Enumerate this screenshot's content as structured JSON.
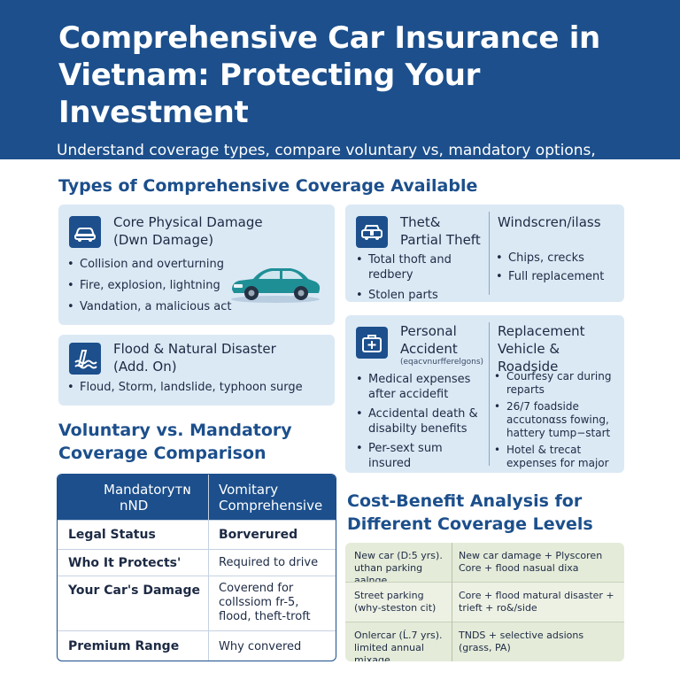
{
  "hero": {
    "title_line1": "Comprehensive Car Insurance in",
    "title_line2": "Vietnam: Protecting Your Investment",
    "subtitle_line1": "Understand coverage types, compare voluntary vs, mandatory options, evaluate",
    "subtitle_line2": "providers, and choose the right protection level for budget for prutectind alalis."
  },
  "types_section": {
    "title": "Types of Comprehensive Coverage Available",
    "core": {
      "title_line1": "Core Physical Damage",
      "title_line2": "(Dwn Damage)",
      "icon": "car-icon",
      "bullets": [
        "Collision and overturning",
        "Fire, explosion, lightning",
        "Vandation, a malicious act"
      ]
    },
    "flood": {
      "title_line1": "Flood & Natural Disaster",
      "title_line2": "(Add. On)",
      "icon": "flood-icon",
      "bullets": [
        "Floud, Storm, landslide, typhoon surge"
      ]
    },
    "theft": {
      "title_line1": "Thet&",
      "title_line2": "Partial Theft",
      "icon": "car-lock-icon",
      "bullets": [
        "Total thoft and redbery",
        "Stolen parts"
      ]
    },
    "windscreen": {
      "title": "Windscren/ilass",
      "bullets": [
        "Chips, crecks",
        "Full replacement"
      ]
    },
    "personal": {
      "title_line1": "Personal",
      "title_line2": "Accident",
      "note": "(eqacvnurfferelgons)",
      "icon": "medical-bag-icon",
      "bullets": [
        "Medical expenses after accidefit",
        "Accidental death & disabilty benefits",
        "Per-sext sum insured"
      ]
    },
    "replacement": {
      "title_line1": "Replacement",
      "title_line2": "Vehicle & Roadside",
      "bullets": [
        "Courfesy car during reparts",
        "26/7 foadside accutonαss fowing, hattery tump−start",
        "Hotel & trecat expenses for major"
      ]
    }
  },
  "comparison": {
    "title_line1": "Voluntary vs. Mandatory",
    "title_line2": "Coverage Comparison",
    "col1_line1": "Mandatoryᴛɴ",
    "col1_line2": "nND",
    "col2_line1": "Vomitary",
    "col2_line2": "Comprehensive",
    "rows": [
      {
        "label": "Legal Status",
        "value": "Borverured"
      },
      {
        "label": "Who It Protects'",
        "value": "Required to drive"
      },
      {
        "label": "Your Car's Damage",
        "value": "Coverend for collssiom fr-5, flood, theft-troft"
      },
      {
        "label": "Premium Range",
        "value": "Why convered"
      }
    ]
  },
  "cost_benefit": {
    "title_line1": "Cost-Benefit Analysis for",
    "title_line2": "Different Coverage Levels",
    "rows": [
      {
        "left": "New car (D:5 yrs). uthan parking aalnge",
        "right": "New car damage + Plyscoren Core + flood nasual dixa"
      },
      {
        "left": "Street parking (why-steston cit)",
        "right": "Core + flood matural disaster + trieft + ro&/side"
      },
      {
        "left": "Onlercar (Ĺ.7 yrs). limited annual mixage",
        "right": "TNDS + selective adsions (grass, PA)"
      }
    ]
  },
  "colors": {
    "primary": "#1c4f8c",
    "card_bg": "#dbe9f5",
    "cost_bg": "#e4ebd9",
    "car_teal": "#1f8f96"
  }
}
